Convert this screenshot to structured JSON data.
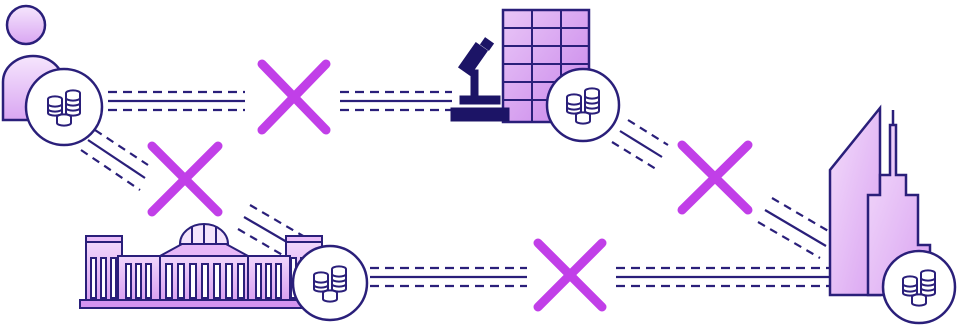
{
  "diagram": {
    "nodes": [
      {
        "id": "person",
        "icon": "person-icon"
      },
      {
        "id": "research-lab",
        "icon": "microscope-building-icon"
      },
      {
        "id": "parliament",
        "icon": "reichstag-building-icon"
      },
      {
        "id": "skyscraper",
        "icon": "skyscraper-icon"
      }
    ],
    "coin_badges": [
      {
        "owner": "person",
        "icon": "coin-stack-icon"
      },
      {
        "owner": "research-lab",
        "icon": "coin-stack-icon"
      },
      {
        "owner": "parliament",
        "icon": "coin-stack-icon"
      },
      {
        "owner": "skyscraper",
        "icon": "coin-stack-icon"
      }
    ],
    "links": [
      {
        "from": "person",
        "to": "research-lab",
        "status": "blocked"
      },
      {
        "from": "person",
        "to": "parliament",
        "status": "blocked"
      },
      {
        "from": "research-lab",
        "to": "skyscraper",
        "status": "blocked"
      },
      {
        "from": "parliament",
        "to": "skyscraper",
        "status": "blocked"
      }
    ],
    "colors": {
      "outline": "#2a1f7a",
      "fill_light": "#f1dcfa",
      "fill_mid": "#e4b5f5",
      "fill_strong": "#d48cf0",
      "cross": "#c13fe8",
      "dark": "#1c1466"
    }
  }
}
